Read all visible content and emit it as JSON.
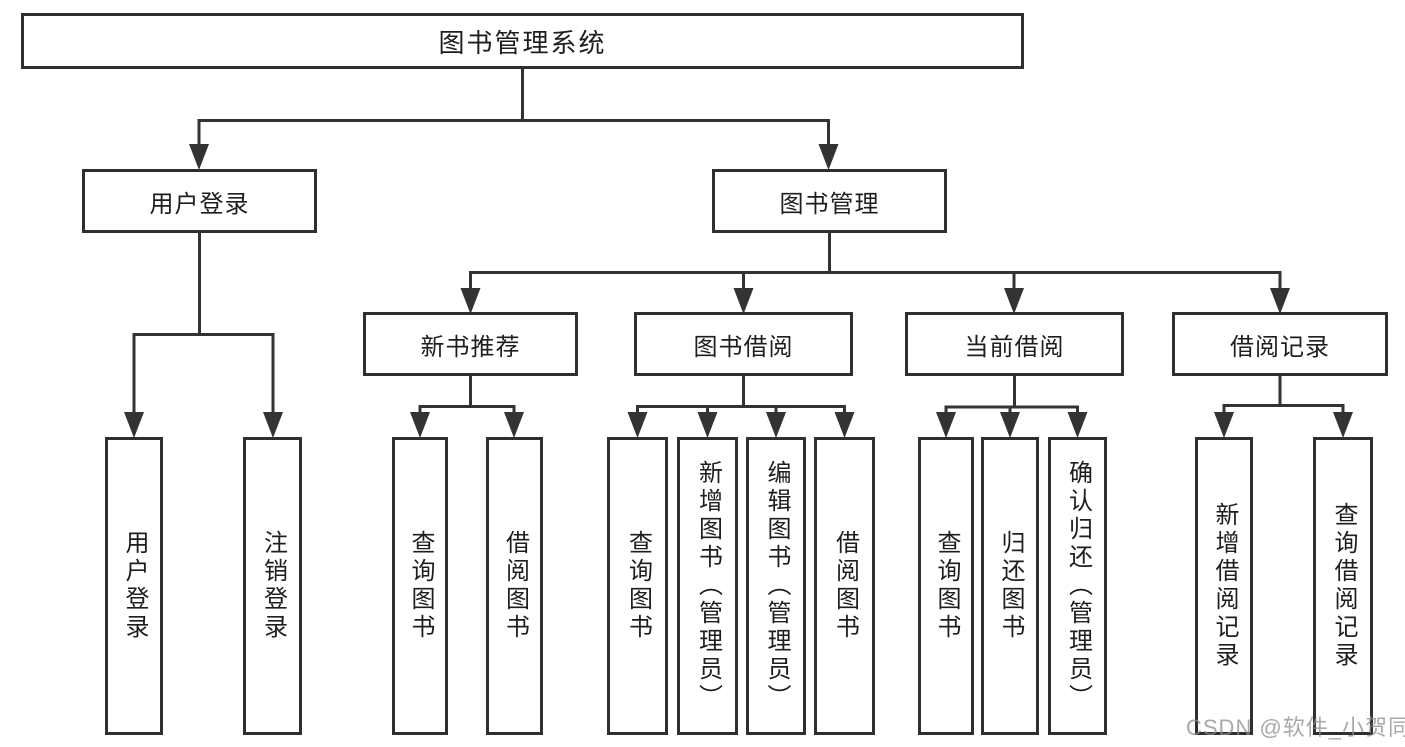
{
  "tree": {
    "label": "图书管理系统",
    "children": [
      {
        "label": "用户登录",
        "children": [
          {
            "label": "用户登录"
          },
          {
            "label": "注销登录"
          }
        ]
      },
      {
        "label": "图书管理",
        "children": [
          {
            "label": "新书推荐",
            "children": [
              {
                "label": "查询图书"
              },
              {
                "label": "借阅图书"
              }
            ]
          },
          {
            "label": "图书借阅",
            "children": [
              {
                "label": "查询图书"
              },
              {
                "label": "新增图书（管理员）"
              },
              {
                "label": "编辑图书（管理员）"
              },
              {
                "label": "借阅图书"
              }
            ]
          },
          {
            "label": "当前借阅",
            "children": [
              {
                "label": "查询图书"
              },
              {
                "label": "归还图书"
              },
              {
                "label": "确认归还（管理员）"
              }
            ]
          },
          {
            "label": "借阅记录",
            "children": [
              {
                "label": "新增借阅记录"
              },
              {
                "label": "查询借阅记录"
              }
            ]
          }
        ]
      }
    ]
  },
  "watermark": {
    "text": "CSDN @软件_小贺同学"
  },
  "colors": {
    "line": "#333333",
    "box_border": "#2f2f2f",
    "text": "#1e1e1e",
    "background": "#ffffff",
    "watermark": "#8c8c8c"
  }
}
